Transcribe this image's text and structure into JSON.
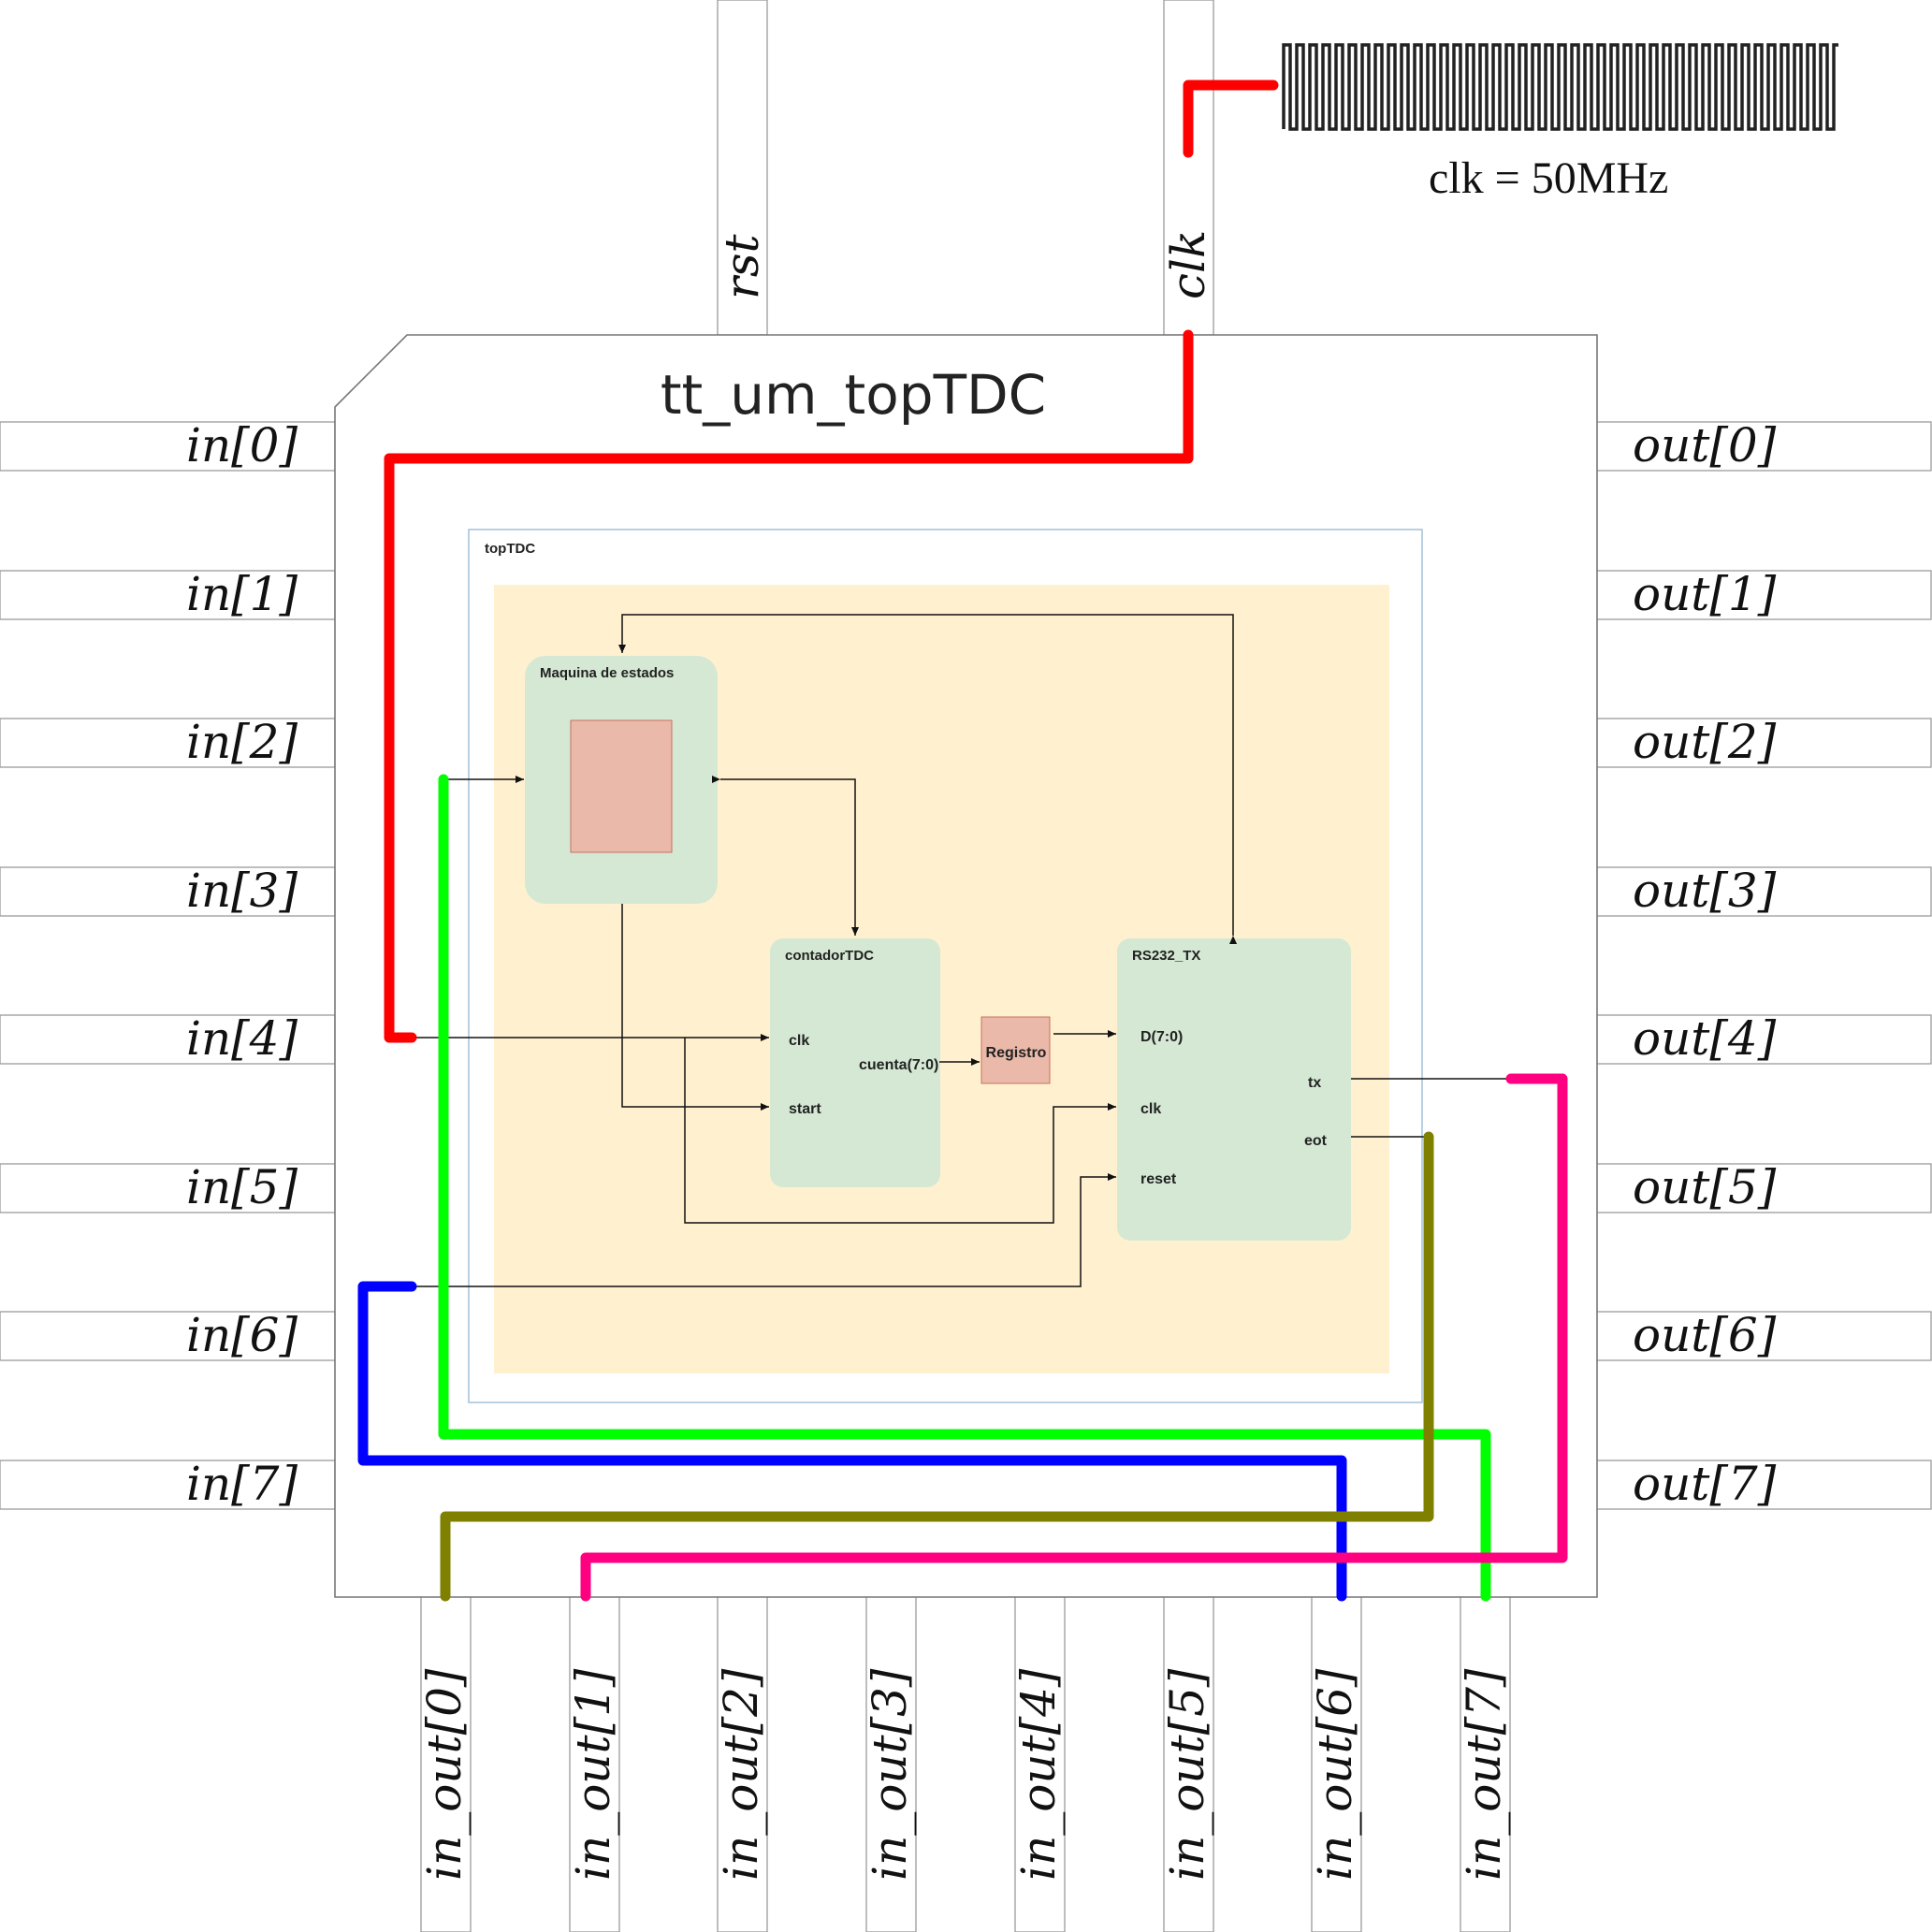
{
  "chip": {
    "title": "tt_um_topTDC"
  },
  "top_pins": {
    "rst": "rst",
    "clk": "clk"
  },
  "left_pins": [
    "in[0]",
    "in[1]",
    "in[2]",
    "in[3]",
    "in[4]",
    "in[5]",
    "in[6]",
    "in[7]"
  ],
  "right_pins": [
    "out[0]",
    "out[1]",
    "out[2]",
    "out[3]",
    "out[4]",
    "out[5]",
    "out[6]",
    "out[7]"
  ],
  "bottom_pins": [
    "in_out[0]",
    "in_out[1]",
    "in_out[2]",
    "in_out[3]",
    "in_out[4]",
    "in_out[5]",
    "in_out[6]",
    "in_out[7]"
  ],
  "clock_note": "clk = 50MHz",
  "top_tdc": {
    "label": "topTDC",
    "fsm": {
      "label": "Maquina  de estados"
    },
    "counter": {
      "label": "contadorTDC",
      "ports": {
        "clk": "clk",
        "start": "start",
        "out": "cuenta(7:0)"
      }
    },
    "register": {
      "label": "Registro"
    },
    "uart": {
      "label": "RS232_TX",
      "ports": {
        "d": "D(7:0)",
        "clk": "clk",
        "reset": "reset",
        "tx": "tx",
        "eot": "eot"
      }
    }
  },
  "wire_colors": {
    "clk": "#ff0000",
    "in_out_7": "#00ff00",
    "in_out_6": "#0000ff",
    "in_out_0": "#808000",
    "in_out_1": "#ff0080"
  }
}
